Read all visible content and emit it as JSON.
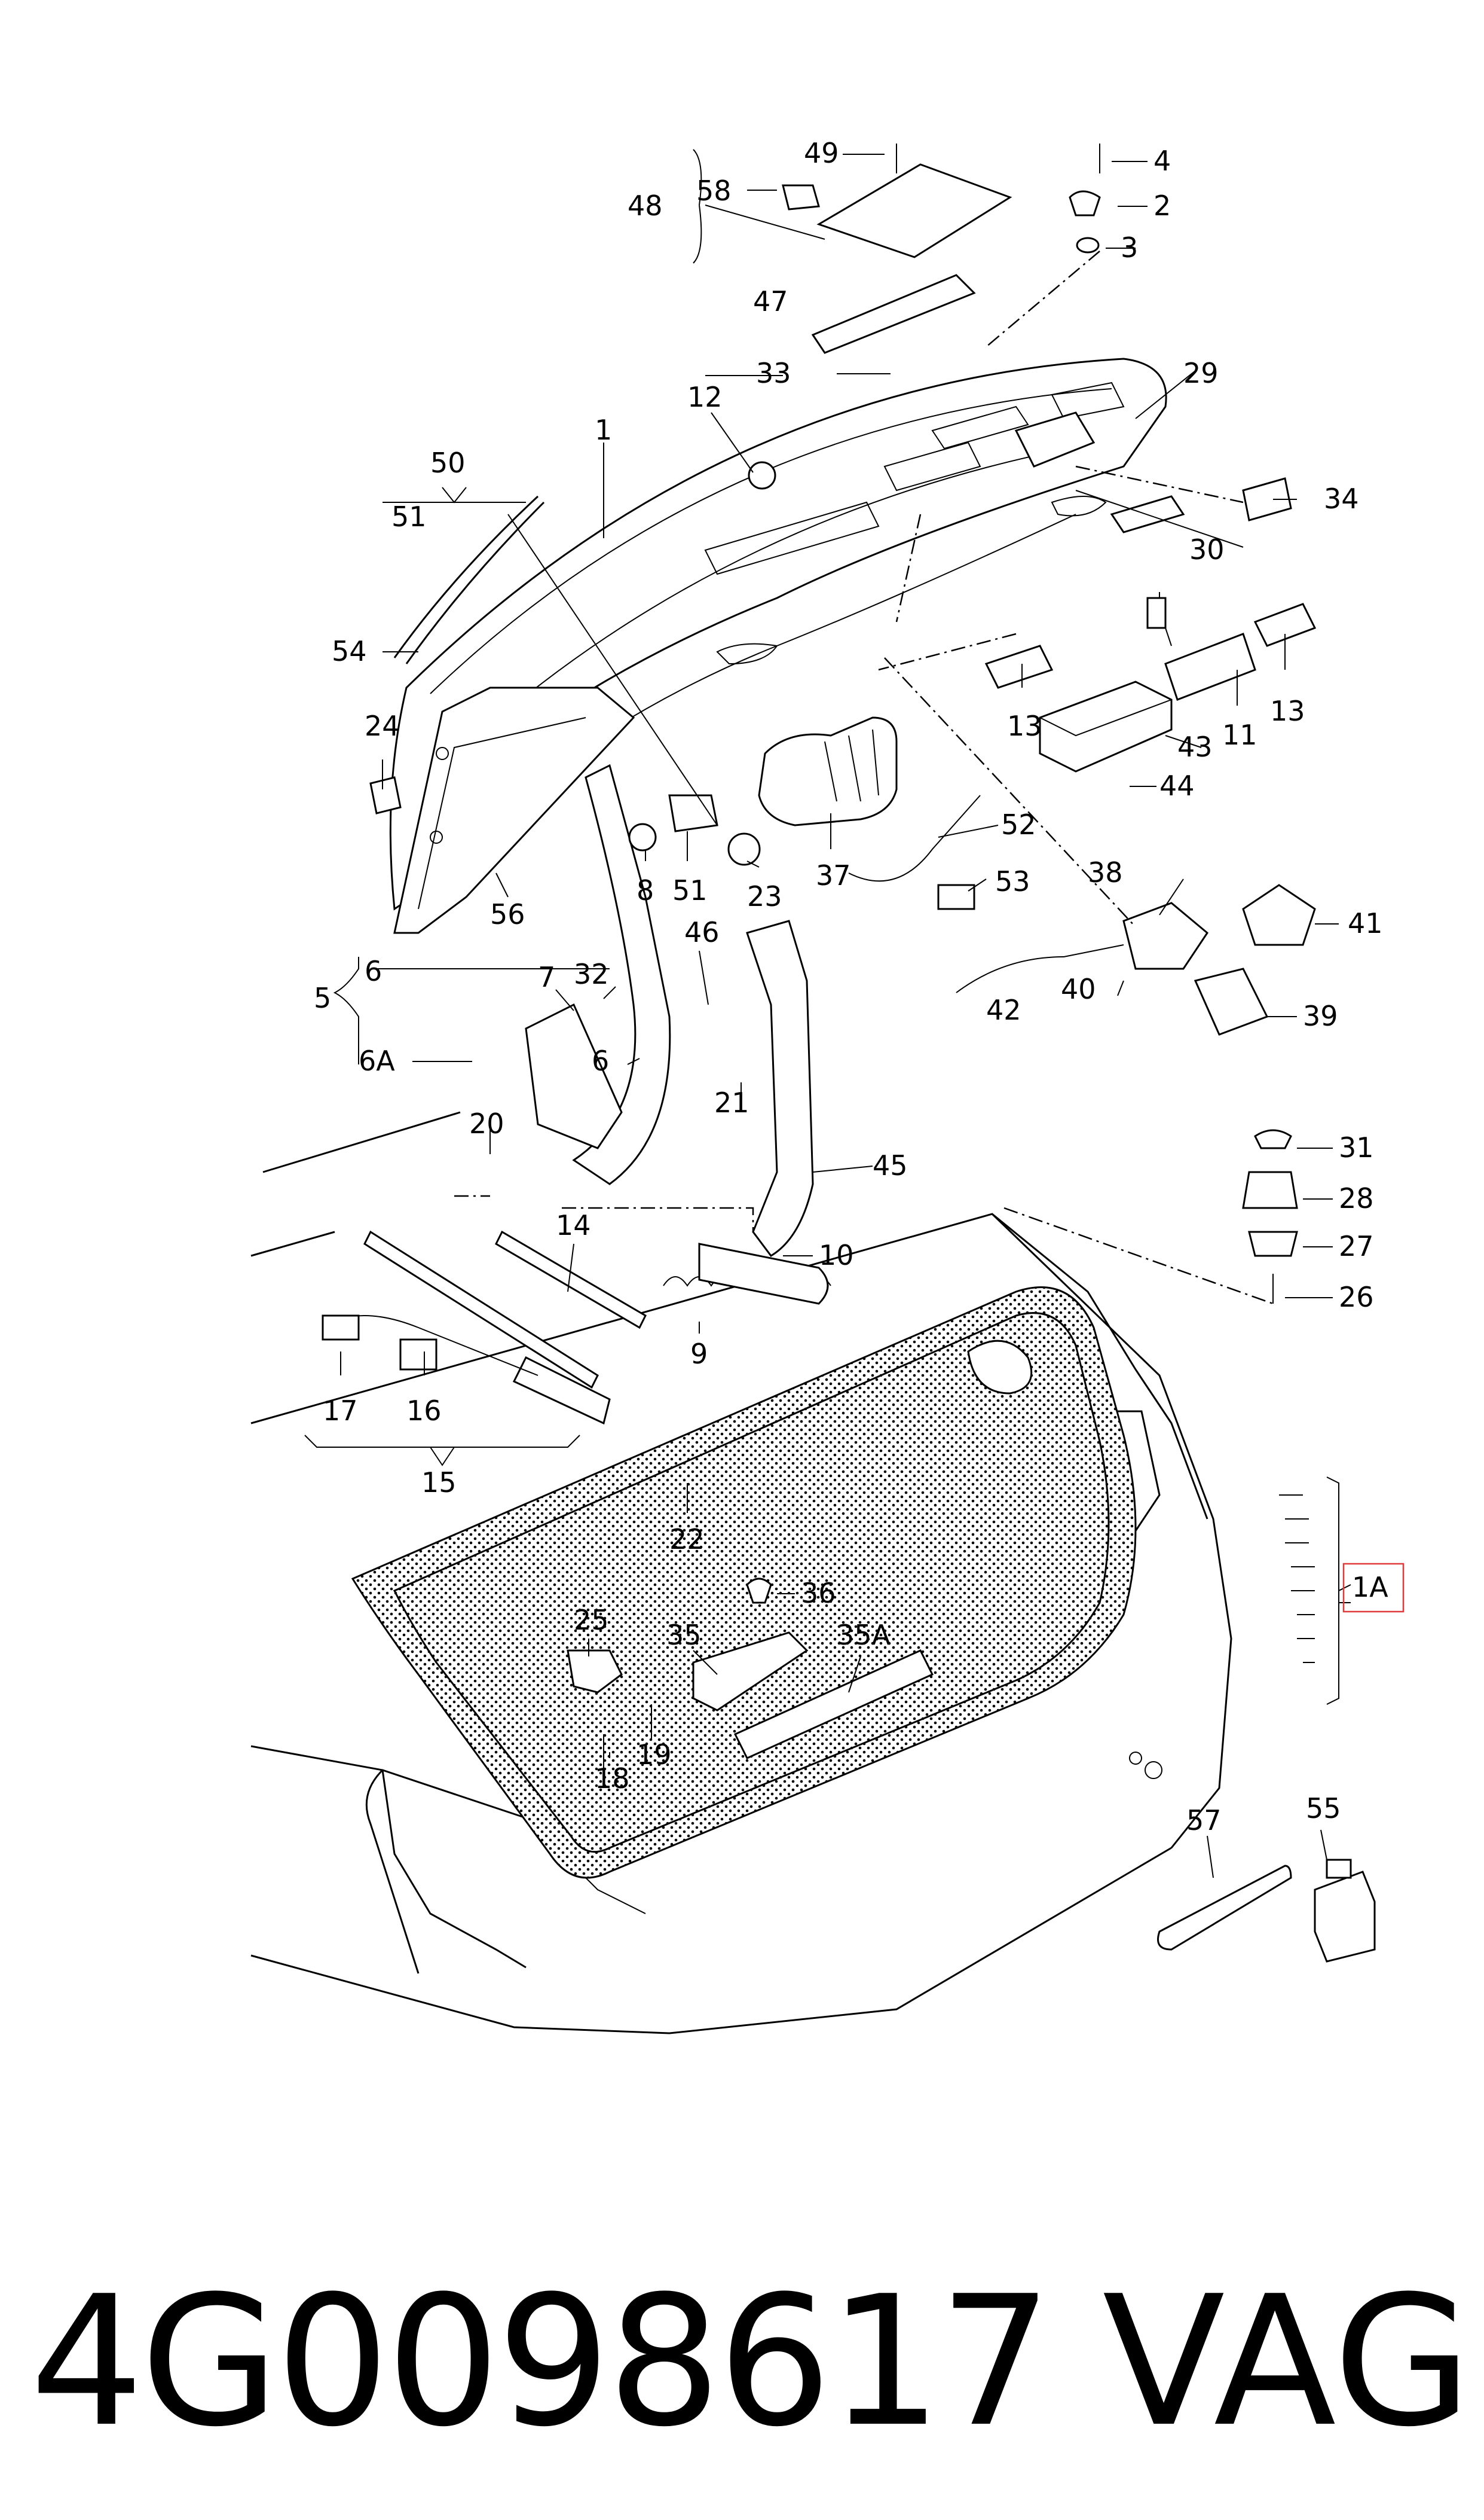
{
  "diagram": {
    "callouts": [
      {
        "id": "49",
        "text": "49"
      },
      {
        "id": "4",
        "text": "4"
      },
      {
        "id": "48",
        "text": "48"
      },
      {
        "id": "58",
        "text": "58"
      },
      {
        "id": "2",
        "text": "2"
      },
      {
        "id": "3",
        "text": "3"
      },
      {
        "id": "47",
        "text": "47"
      },
      {
        "id": "33",
        "text": "33"
      },
      {
        "id": "29",
        "text": "29"
      },
      {
        "id": "12",
        "text": "12"
      },
      {
        "id": "1",
        "text": "1"
      },
      {
        "id": "50",
        "text": "50"
      },
      {
        "id": "51a",
        "text": "51"
      },
      {
        "id": "34",
        "text": "34"
      },
      {
        "id": "30",
        "text": "30"
      },
      {
        "id": "54",
        "text": "54"
      },
      {
        "id": "13a",
        "text": "13"
      },
      {
        "id": "13b",
        "text": "13"
      },
      {
        "id": "11",
        "text": "11"
      },
      {
        "id": "43",
        "text": "43"
      },
      {
        "id": "24",
        "text": "24"
      },
      {
        "id": "44",
        "text": "44"
      },
      {
        "id": "52",
        "text": "52"
      },
      {
        "id": "8",
        "text": "8"
      },
      {
        "id": "51b",
        "text": "51"
      },
      {
        "id": "23",
        "text": "23"
      },
      {
        "id": "37",
        "text": "37"
      },
      {
        "id": "53",
        "text": "53"
      },
      {
        "id": "56",
        "text": "56"
      },
      {
        "id": "38",
        "text": "38"
      },
      {
        "id": "41",
        "text": "41"
      },
      {
        "id": "46",
        "text": "46"
      },
      {
        "id": "5",
        "text": "5"
      },
      {
        "id": "6",
        "text": "6"
      },
      {
        "id": "7",
        "text": "7"
      },
      {
        "id": "32",
        "text": "32"
      },
      {
        "id": "40",
        "text": "40"
      },
      {
        "id": "42",
        "text": "42"
      },
      {
        "id": "39",
        "text": "39"
      },
      {
        "id": "6A",
        "text": "6A"
      },
      {
        "id": "6b",
        "text": "6"
      },
      {
        "id": "21",
        "text": "21"
      },
      {
        "id": "20",
        "text": "20"
      },
      {
        "id": "45",
        "text": "45"
      },
      {
        "id": "31",
        "text": "31"
      },
      {
        "id": "28",
        "text": "28"
      },
      {
        "id": "14",
        "text": "14"
      },
      {
        "id": "27",
        "text": "27"
      },
      {
        "id": "10",
        "text": "10"
      },
      {
        "id": "26",
        "text": "26"
      },
      {
        "id": "9",
        "text": "9"
      },
      {
        "id": "17",
        "text": "17"
      },
      {
        "id": "16",
        "text": "16"
      },
      {
        "id": "15",
        "text": "15"
      },
      {
        "id": "22",
        "text": "22"
      },
      {
        "id": "1A",
        "text": "1A"
      },
      {
        "id": "25",
        "text": "25"
      },
      {
        "id": "36",
        "text": "36"
      },
      {
        "id": "35",
        "text": "35"
      },
      {
        "id": "35A",
        "text": "35A"
      },
      {
        "id": "19",
        "text": "19"
      },
      {
        "id": "18",
        "text": "18"
      },
      {
        "id": "57",
        "text": "57"
      },
      {
        "id": "55",
        "text": "55"
      }
    ],
    "highlight_color": "#e03a3a"
  },
  "footer": {
    "part_number": "4G0098617",
    "brand": "VAG"
  }
}
